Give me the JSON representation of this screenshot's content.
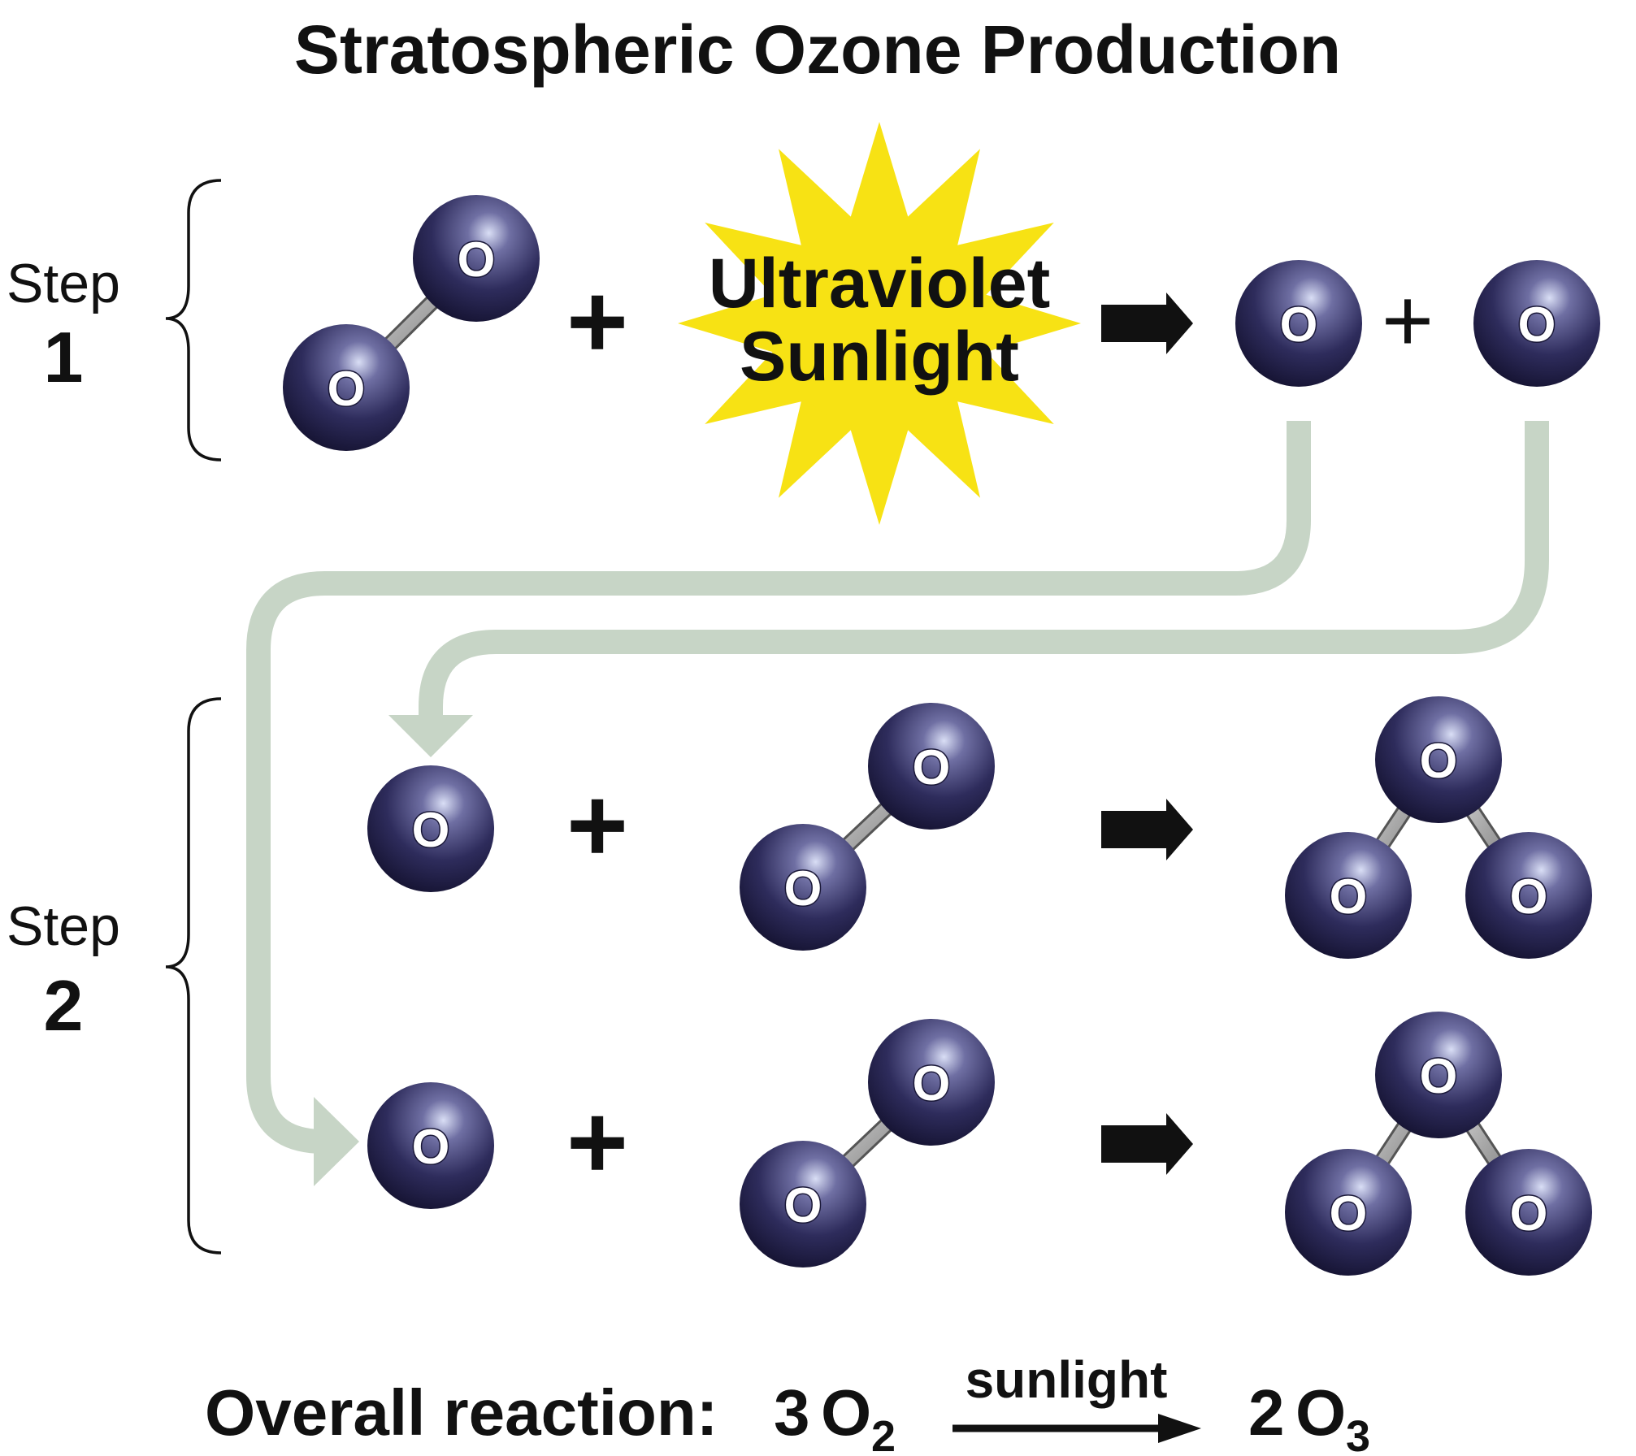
{
  "title": "Stratospheric Ozone Production",
  "steps": [
    {
      "label": "Step",
      "number": "1"
    },
    {
      "label": "Step",
      "number": "2"
    }
  ],
  "sun_text": {
    "line1": "Ultraviolet",
    "line2": "Sunlight"
  },
  "atom_label": "O",
  "plus": "+",
  "overall": {
    "label": "Overall reaction:",
    "reactant_coef": "3",
    "reactant_symbol": "O",
    "reactant_sub": "2",
    "condition": "sunlight",
    "product_coef": "2",
    "product_symbol": "O",
    "product_sub": "3"
  },
  "colors": {
    "atom": "#2a2850",
    "sun": "#f7e214",
    "flow_arrow": "#c7d5c6",
    "text": "#111111"
  }
}
